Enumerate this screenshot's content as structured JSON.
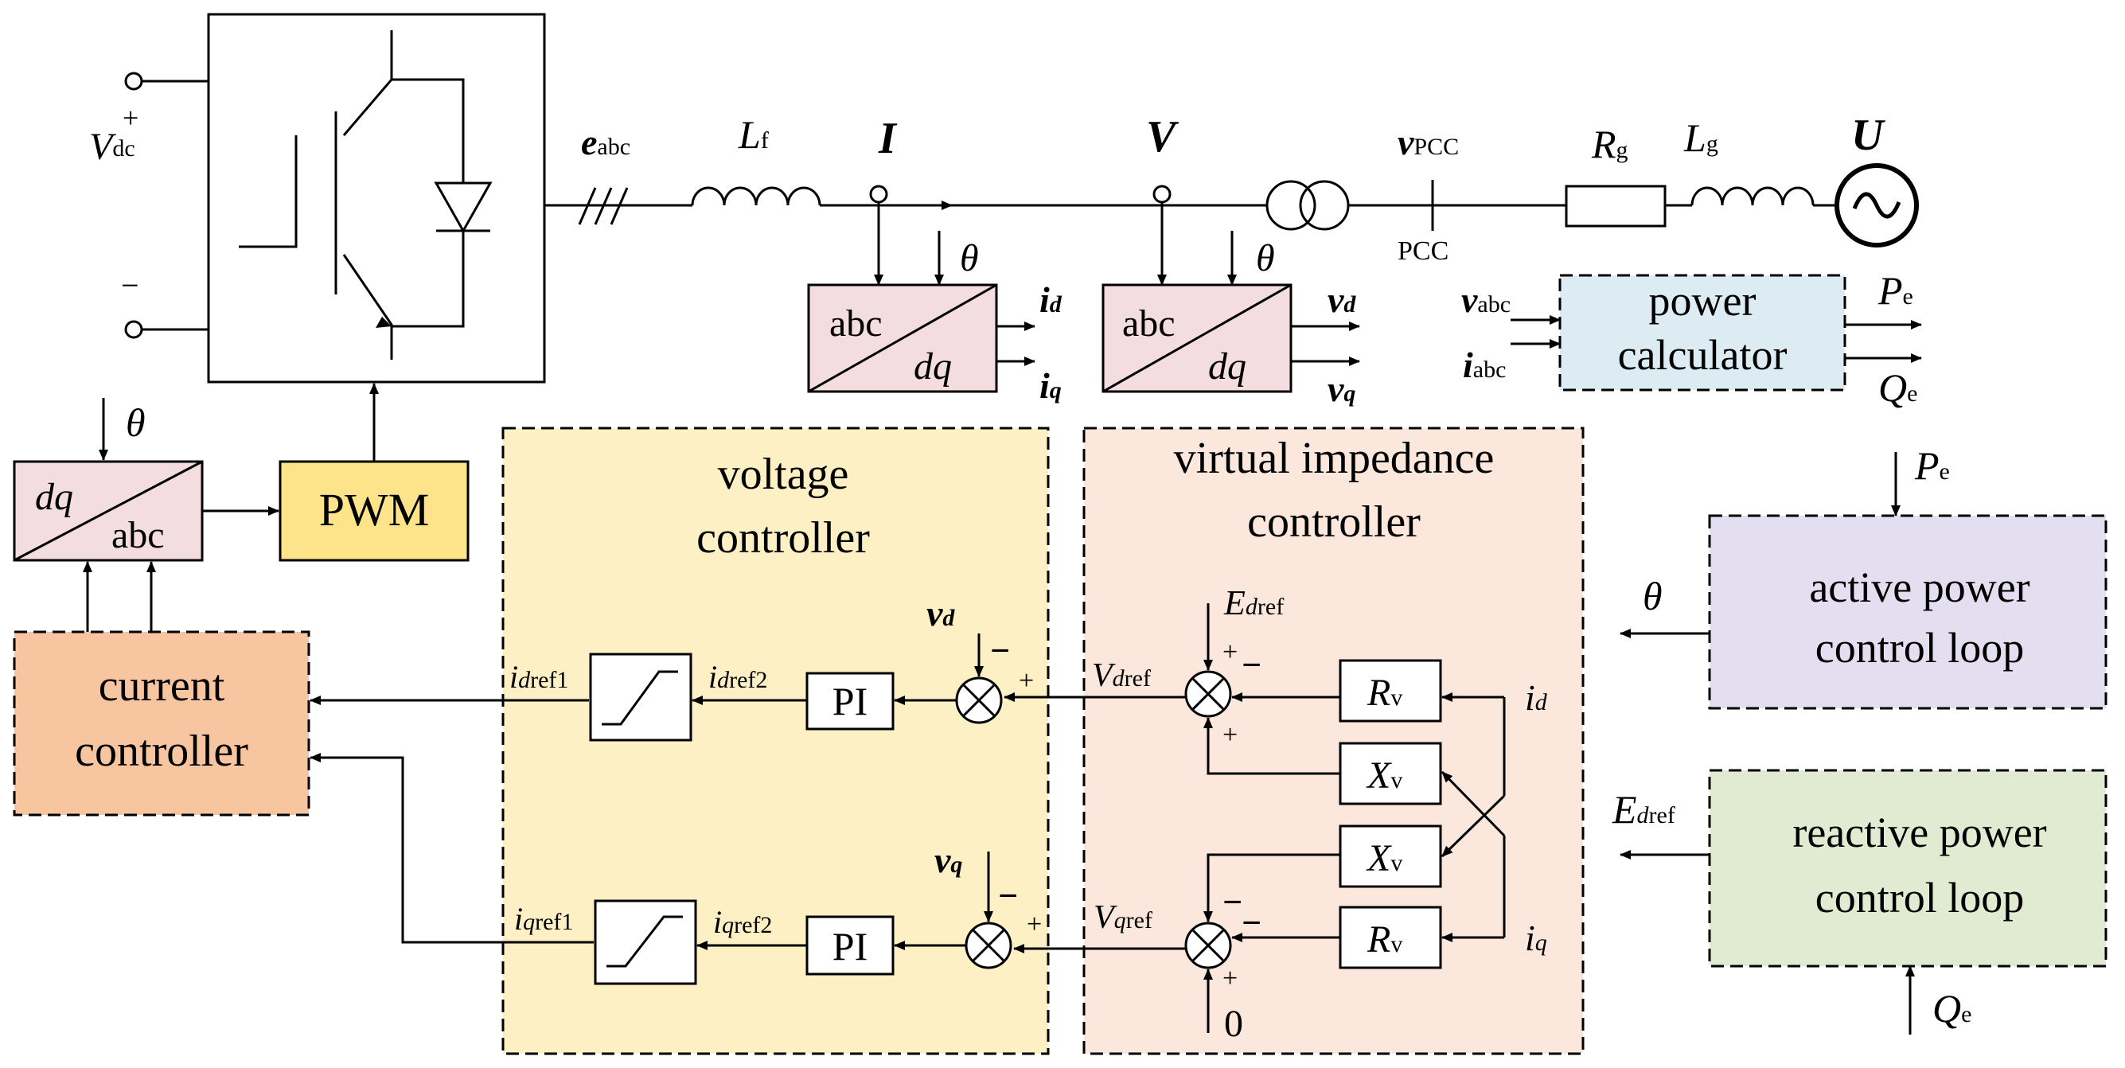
{
  "colors": {
    "voltage_panel": "#fdf0c4",
    "impedance_panel": "#fbe7dc",
    "power_calc": "#dcecf2",
    "active_loop": "#e4dff0",
    "reactive_loop": "#e0ebd2",
    "current_ctrl": "#f7c6a0",
    "pwm": "#fde38a",
    "transform": "#f3dde0"
  },
  "labels": {
    "vdc": "V",
    "vdc_sub": "dc",
    "plus": "+",
    "minus": "−",
    "eabc": "e",
    "eabc_sub": "abc",
    "lf": "L",
    "lf_sub": "f",
    "I": "I",
    "V": "V",
    "vpcc": "v",
    "vpcc_sub": "PCC",
    "pcc": "PCC",
    "rg": "R",
    "rg_sub": "g",
    "lg": "L",
    "lg_sub": "g",
    "U": "U",
    "theta": "θ",
    "abc": "abc",
    "dq": "dq",
    "i": "i",
    "v": "v",
    "d": "d",
    "q": "q",
    "vabc": "v",
    "iabc": "i",
    "abc_sub": "abc",
    "power_calc_1": "power",
    "power_calc_2": "calculator",
    "Pe": "P",
    "Qe": "Q",
    "e_sub": "e",
    "pwm": "PWM",
    "voltage_ctrl_1": "voltage",
    "voltage_ctrl_2": "controller",
    "vi_ctrl_1": "virtual impedance",
    "vi_ctrl_2": "controller",
    "current_ctrl_1": "current",
    "current_ctrl_2": "controller",
    "active_1": "active power",
    "active_2": "control loop",
    "reactive_1": "reactive power",
    "reactive_2": "control loop",
    "E": "E",
    "dref": "ref",
    "Vref": "V",
    "ref": "ref",
    "ref1": "ref1",
    "ref2": "ref2",
    "PI": "PI",
    "R": "R",
    "X": "X",
    "v_sub": "v",
    "zero": "0"
  }
}
